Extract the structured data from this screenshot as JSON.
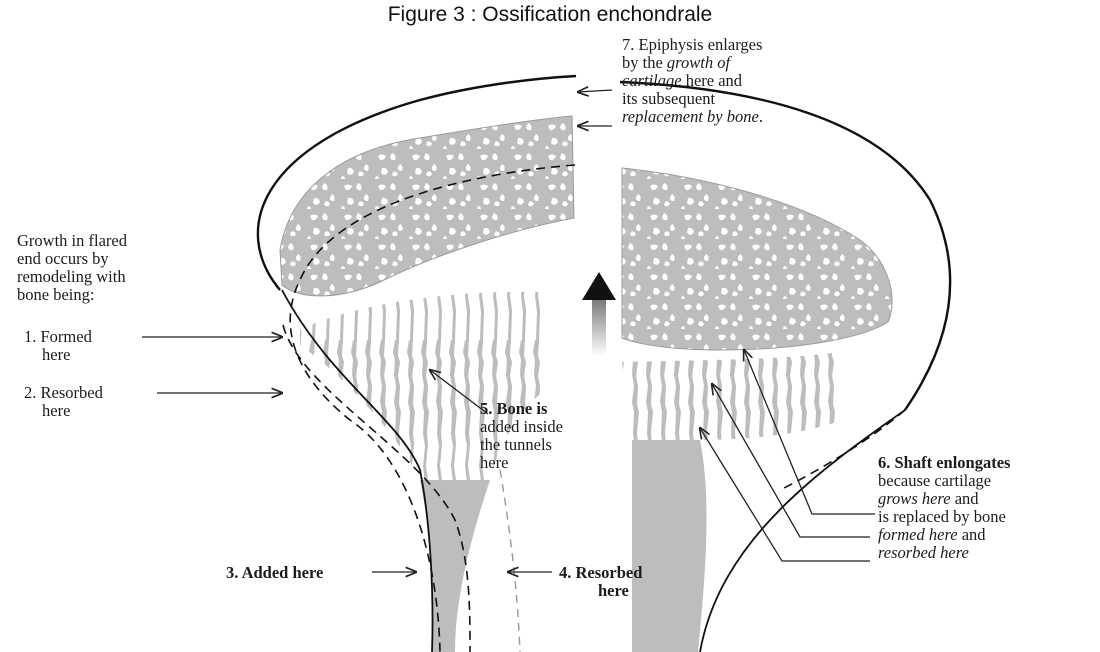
{
  "title": "Figure 3 : Ossification enchondrale",
  "labels": {
    "label_7": {
      "line1": "7. Epiphysis enlarges",
      "line2_a": "by the ",
      "line2_b": "growth of",
      "line3": "cartilage",
      "line3_b": " here and",
      "line4": "its subsequent",
      "line5": "replacement by bone",
      "line5_b": "."
    },
    "growth_flared": {
      "line1": "Growth in flared",
      "line2": "end occurs by",
      "line3": "remodeling with",
      "line4": "bone being:"
    },
    "label_1": {
      "line1": "1. Formed",
      "line2": "here"
    },
    "label_2": {
      "line1": "2. Resorbed",
      "line2": "here"
    },
    "label_3": {
      "text": "3. Added here"
    },
    "label_4": {
      "line1": "4. Resorbed",
      "line2": "here"
    },
    "label_5": {
      "line1": "5. Bone is",
      "line2": "added inside",
      "line3": "the tunnels",
      "line4": "here"
    },
    "label_6": {
      "line1": "6. Shaft enlongates",
      "line2": "because cartilage",
      "line3": "grows here",
      "line3_b": " and",
      "line4": "is replaced by bone",
      "line5": "formed here",
      "line5_b": " and",
      "line6": "resorbed here"
    }
  },
  "colors": {
    "bone_gray": "#bdbdbd",
    "outline": "#111111",
    "arrow": "#111111"
  }
}
